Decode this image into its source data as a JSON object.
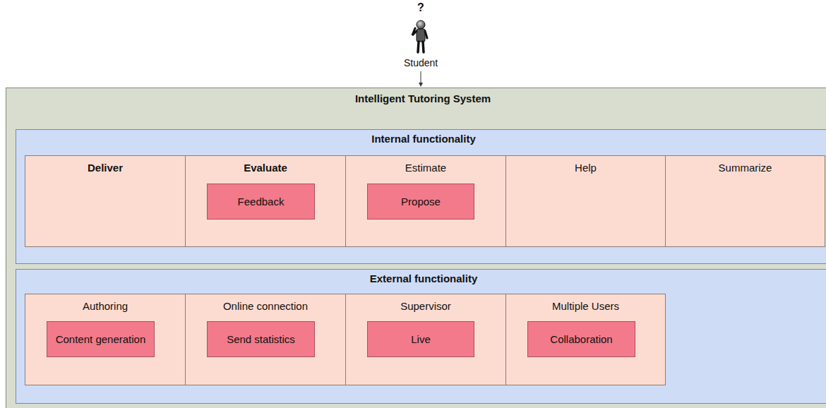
{
  "diagram": {
    "nodes": [
      {
        "text": [
          "Intelligent Tutoring System"
        ]
      },
      {
        "text": [
          "Internal functionality"
        ],
        "in": 0
      },
      {
        "text": [
          "Deliver"
        ],
        "in": 1
      },
      {
        "text": [
          "Evaluate"
        ],
        "in": 1
      },
      {
        "text": [
          "Feedback"
        ],
        "in": 3
      },
      {
        "text": [
          "Estimate"
        ],
        "in": 1
      },
      {
        "text": [
          "Propose"
        ],
        "in": 5
      },
      {
        "text": [
          "Help"
        ],
        "in": 1
      },
      {
        "text": [
          "Summarize"
        ],
        "in": 1
      },
      {
        "text": [
          "External functionality"
        ],
        "in": 0
      },
      {
        "text": [
          "Authoring"
        ],
        "in": 9
      },
      {
        "text": [
          "Content generation"
        ],
        "in": 10
      },
      {
        "text": [
          "Online connection"
        ],
        "in": 9
      },
      {
        "text": [
          "Send statistics"
        ],
        "in": 12
      },
      {
        "text": [
          "Supervisor"
        ],
        "in": 9
      },
      {
        "text": [
          "Live"
        ],
        "in": 14
      },
      {
        "text": [
          "Multiple Users"
        ],
        "in": 9
      },
      {
        "text": [
          "Collaboration"
        ],
        "in": 16
      }
    ],
    "labels": [
      "?",
      "Student"
    ]
  }
}
